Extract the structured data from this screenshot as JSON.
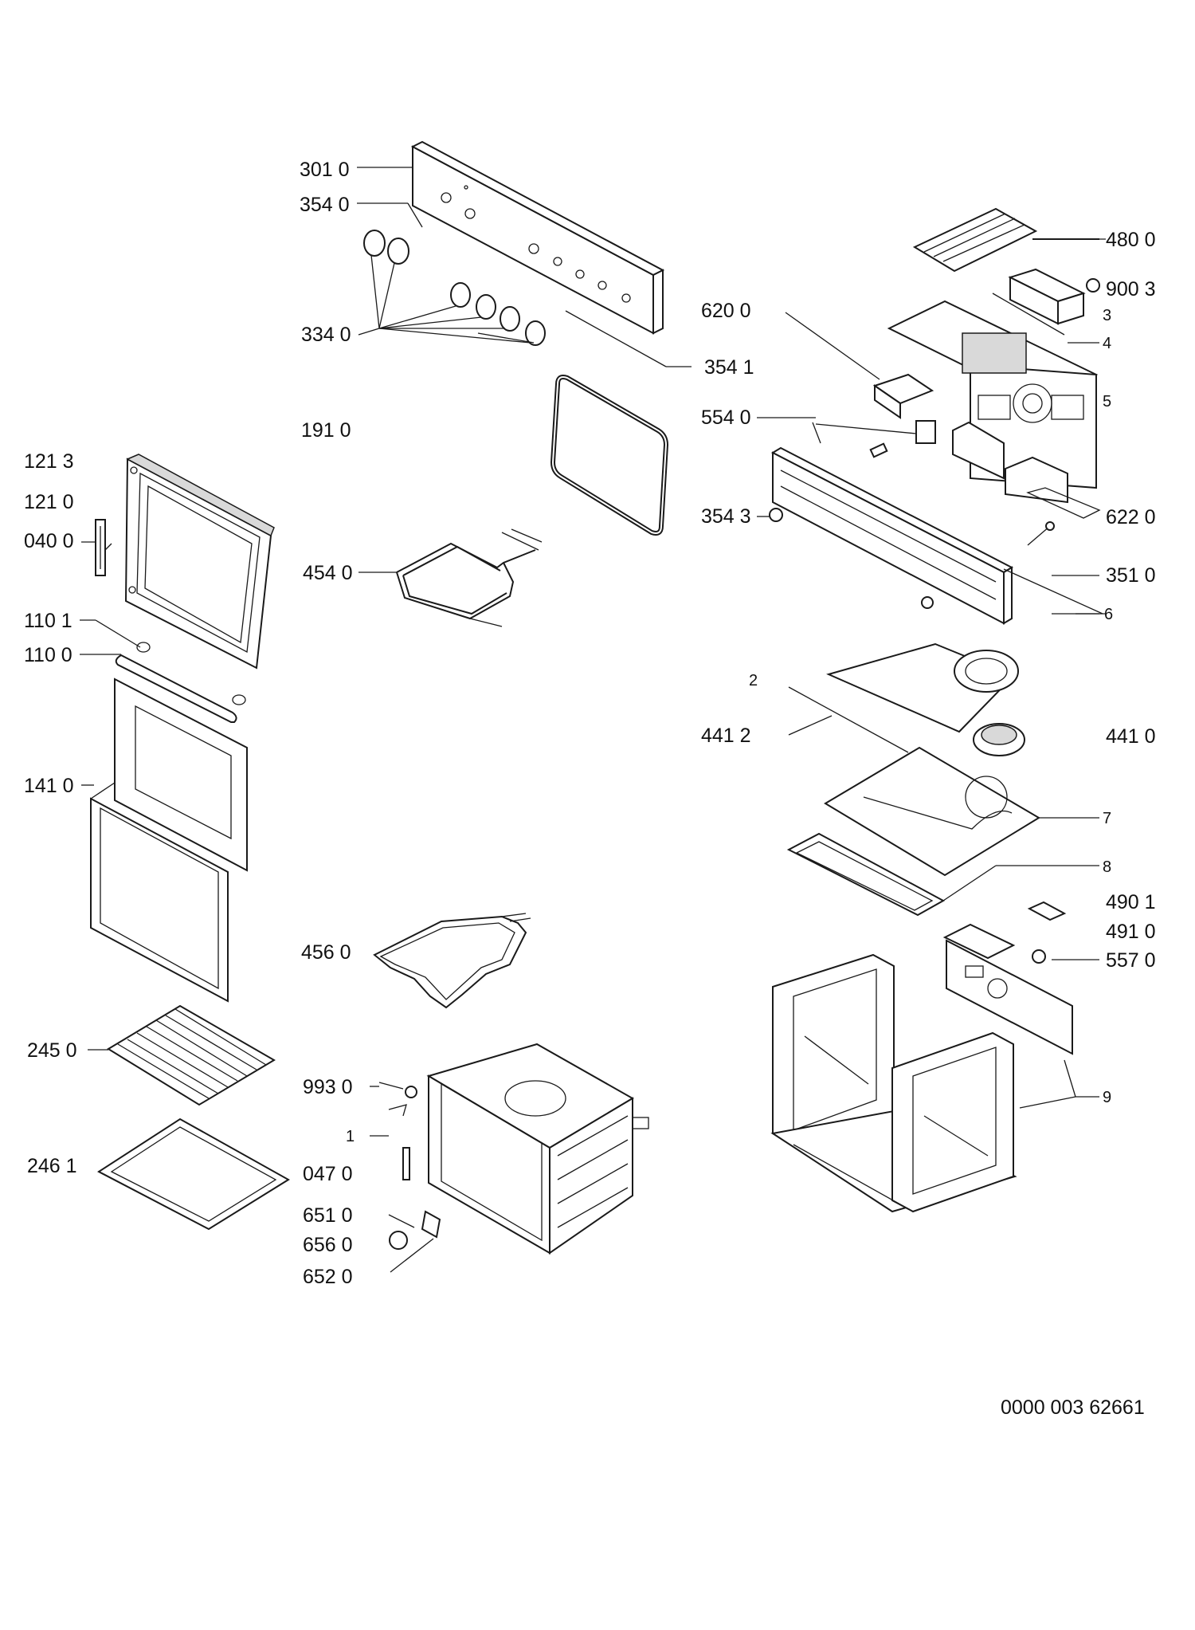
{
  "labels": {
    "l_301_0": "301 0",
    "l_354_0": "354 0",
    "l_334_0": "334 0",
    "l_354_1": "354 1",
    "l_191_0": "191 0",
    "l_121_3": "121 3",
    "l_121_0": "121 0",
    "l_040_0": "040 0",
    "l_454_0": "454 0",
    "l_110_1": "110 1",
    "l_110_0": "110 0",
    "l_141_0": "141 0",
    "l_456_0": "456 0",
    "l_245_0": "245 0",
    "l_993_0": "993 0",
    "l_1": "1",
    "l_246_1": "246 1",
    "l_047_0": "047 0",
    "l_651_0": "651 0",
    "l_656_0": "656 0",
    "l_652_0": "652 0",
    "l_480_0": "480 0",
    "l_900_3": "900 3",
    "l_620_0": "620 0",
    "l_3": "3",
    "l_4": "4",
    "l_5": "5",
    "l_554_0": "554 0",
    "l_354_3": "354 3",
    "l_622_0": "622 0",
    "l_351_0": "351 0",
    "l_6": "6",
    "l_2": "2",
    "l_441_2": "441 2",
    "l_441_0": "441 0",
    "l_7": "7",
    "l_8": "8",
    "l_490_1": "490 1",
    "l_491_0": "491 0",
    "l_557_0": "557 0",
    "l_9": "9"
  },
  "document_code": "0000 003 62661"
}
